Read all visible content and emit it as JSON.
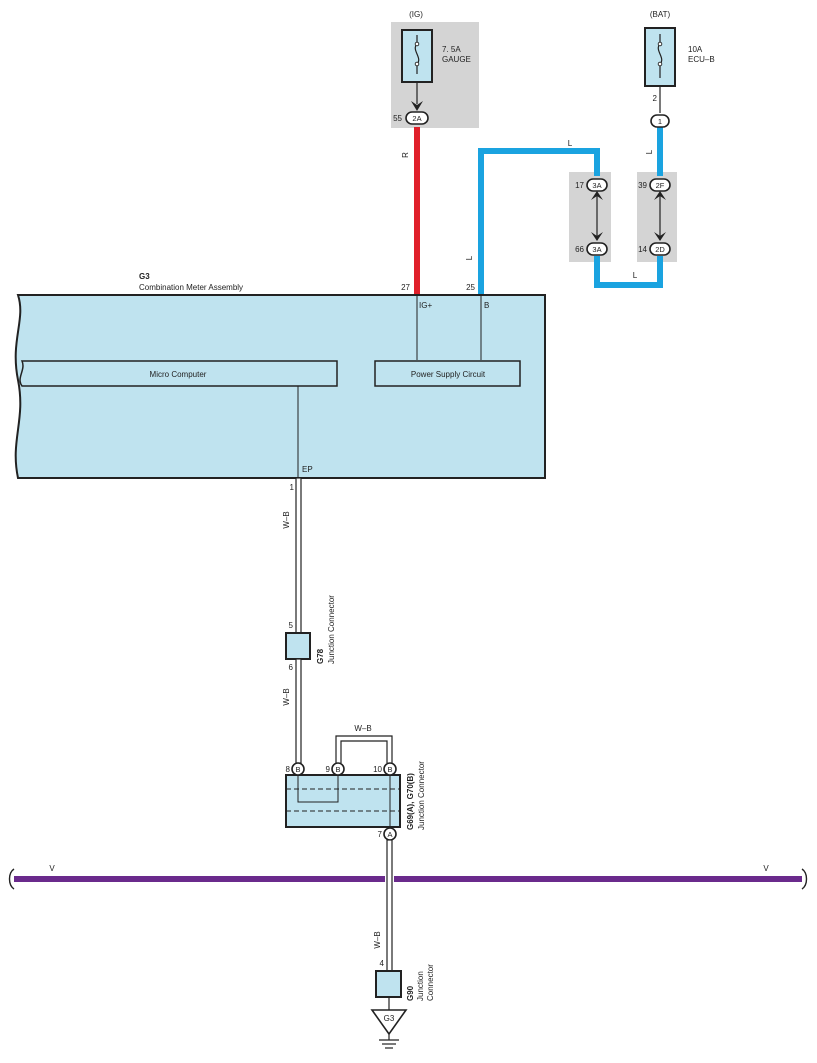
{
  "colors": {
    "module_fill": "#bfe3ef",
    "shade": "#d4d4d4",
    "wire_red": "#e0202a",
    "wire_blue": "#1aa3e0",
    "wire_violet": "#6a2a8c",
    "line": "#222222"
  },
  "fuses": [
    {
      "source": "(IG)",
      "rating": "7. 5A",
      "name": "GAUGE"
    },
    {
      "source": "(BAT)",
      "rating": "10A",
      "name": "ECU–B"
    }
  ],
  "meter": {
    "code": "G3",
    "name": "Combination Meter Assembly",
    "terminal_ig_pin": "27",
    "terminal_ig_label": "IG+",
    "terminal_b_pin": "25",
    "terminal_b_label": "B",
    "terminal_ep_label": "EP",
    "terminal_ep_pin": "1",
    "micro_computer": "Micro Computer",
    "power_supply": "Power Supply Circuit"
  },
  "connectors": {
    "ig_pin": "55",
    "ig_code": "2A",
    "bat_pin": "2",
    "bat_code": "1",
    "ja_top_pin": "17",
    "ja_top_code": "3A",
    "ja_bot_pin": "66",
    "ja_bot_code": "3A",
    "jf_top_pin": "39",
    "jf_top_code": "2F",
    "jf_bot_pin": "14",
    "jf_bot_code": "2D"
  },
  "wires": {
    "ig_color": "R",
    "blue_l1": "L",
    "blue_l2": "L",
    "blue_l3": "L",
    "blue_l4": "L",
    "wb1": "W–B",
    "wb2": "W–B",
    "wb3": "W–B",
    "wb4": "W–B",
    "bus_left": "V",
    "bus_right": "V"
  },
  "g78": {
    "code": "G78",
    "name": "Junction Connector",
    "pin_top": "5",
    "pin_bottom": "6"
  },
  "g69": {
    "code": "G69(A), G70(B)",
    "name": "Junction Connector",
    "pin_8": "8",
    "pin_9": "9",
    "pin_10": "10",
    "pin_7": "7",
    "code_b": "B",
    "code_a": "A"
  },
  "g90": {
    "code": "G90",
    "name_line1": "Junction",
    "name_line2": "Connector",
    "pin": "4"
  },
  "ground": {
    "code": "G3"
  }
}
